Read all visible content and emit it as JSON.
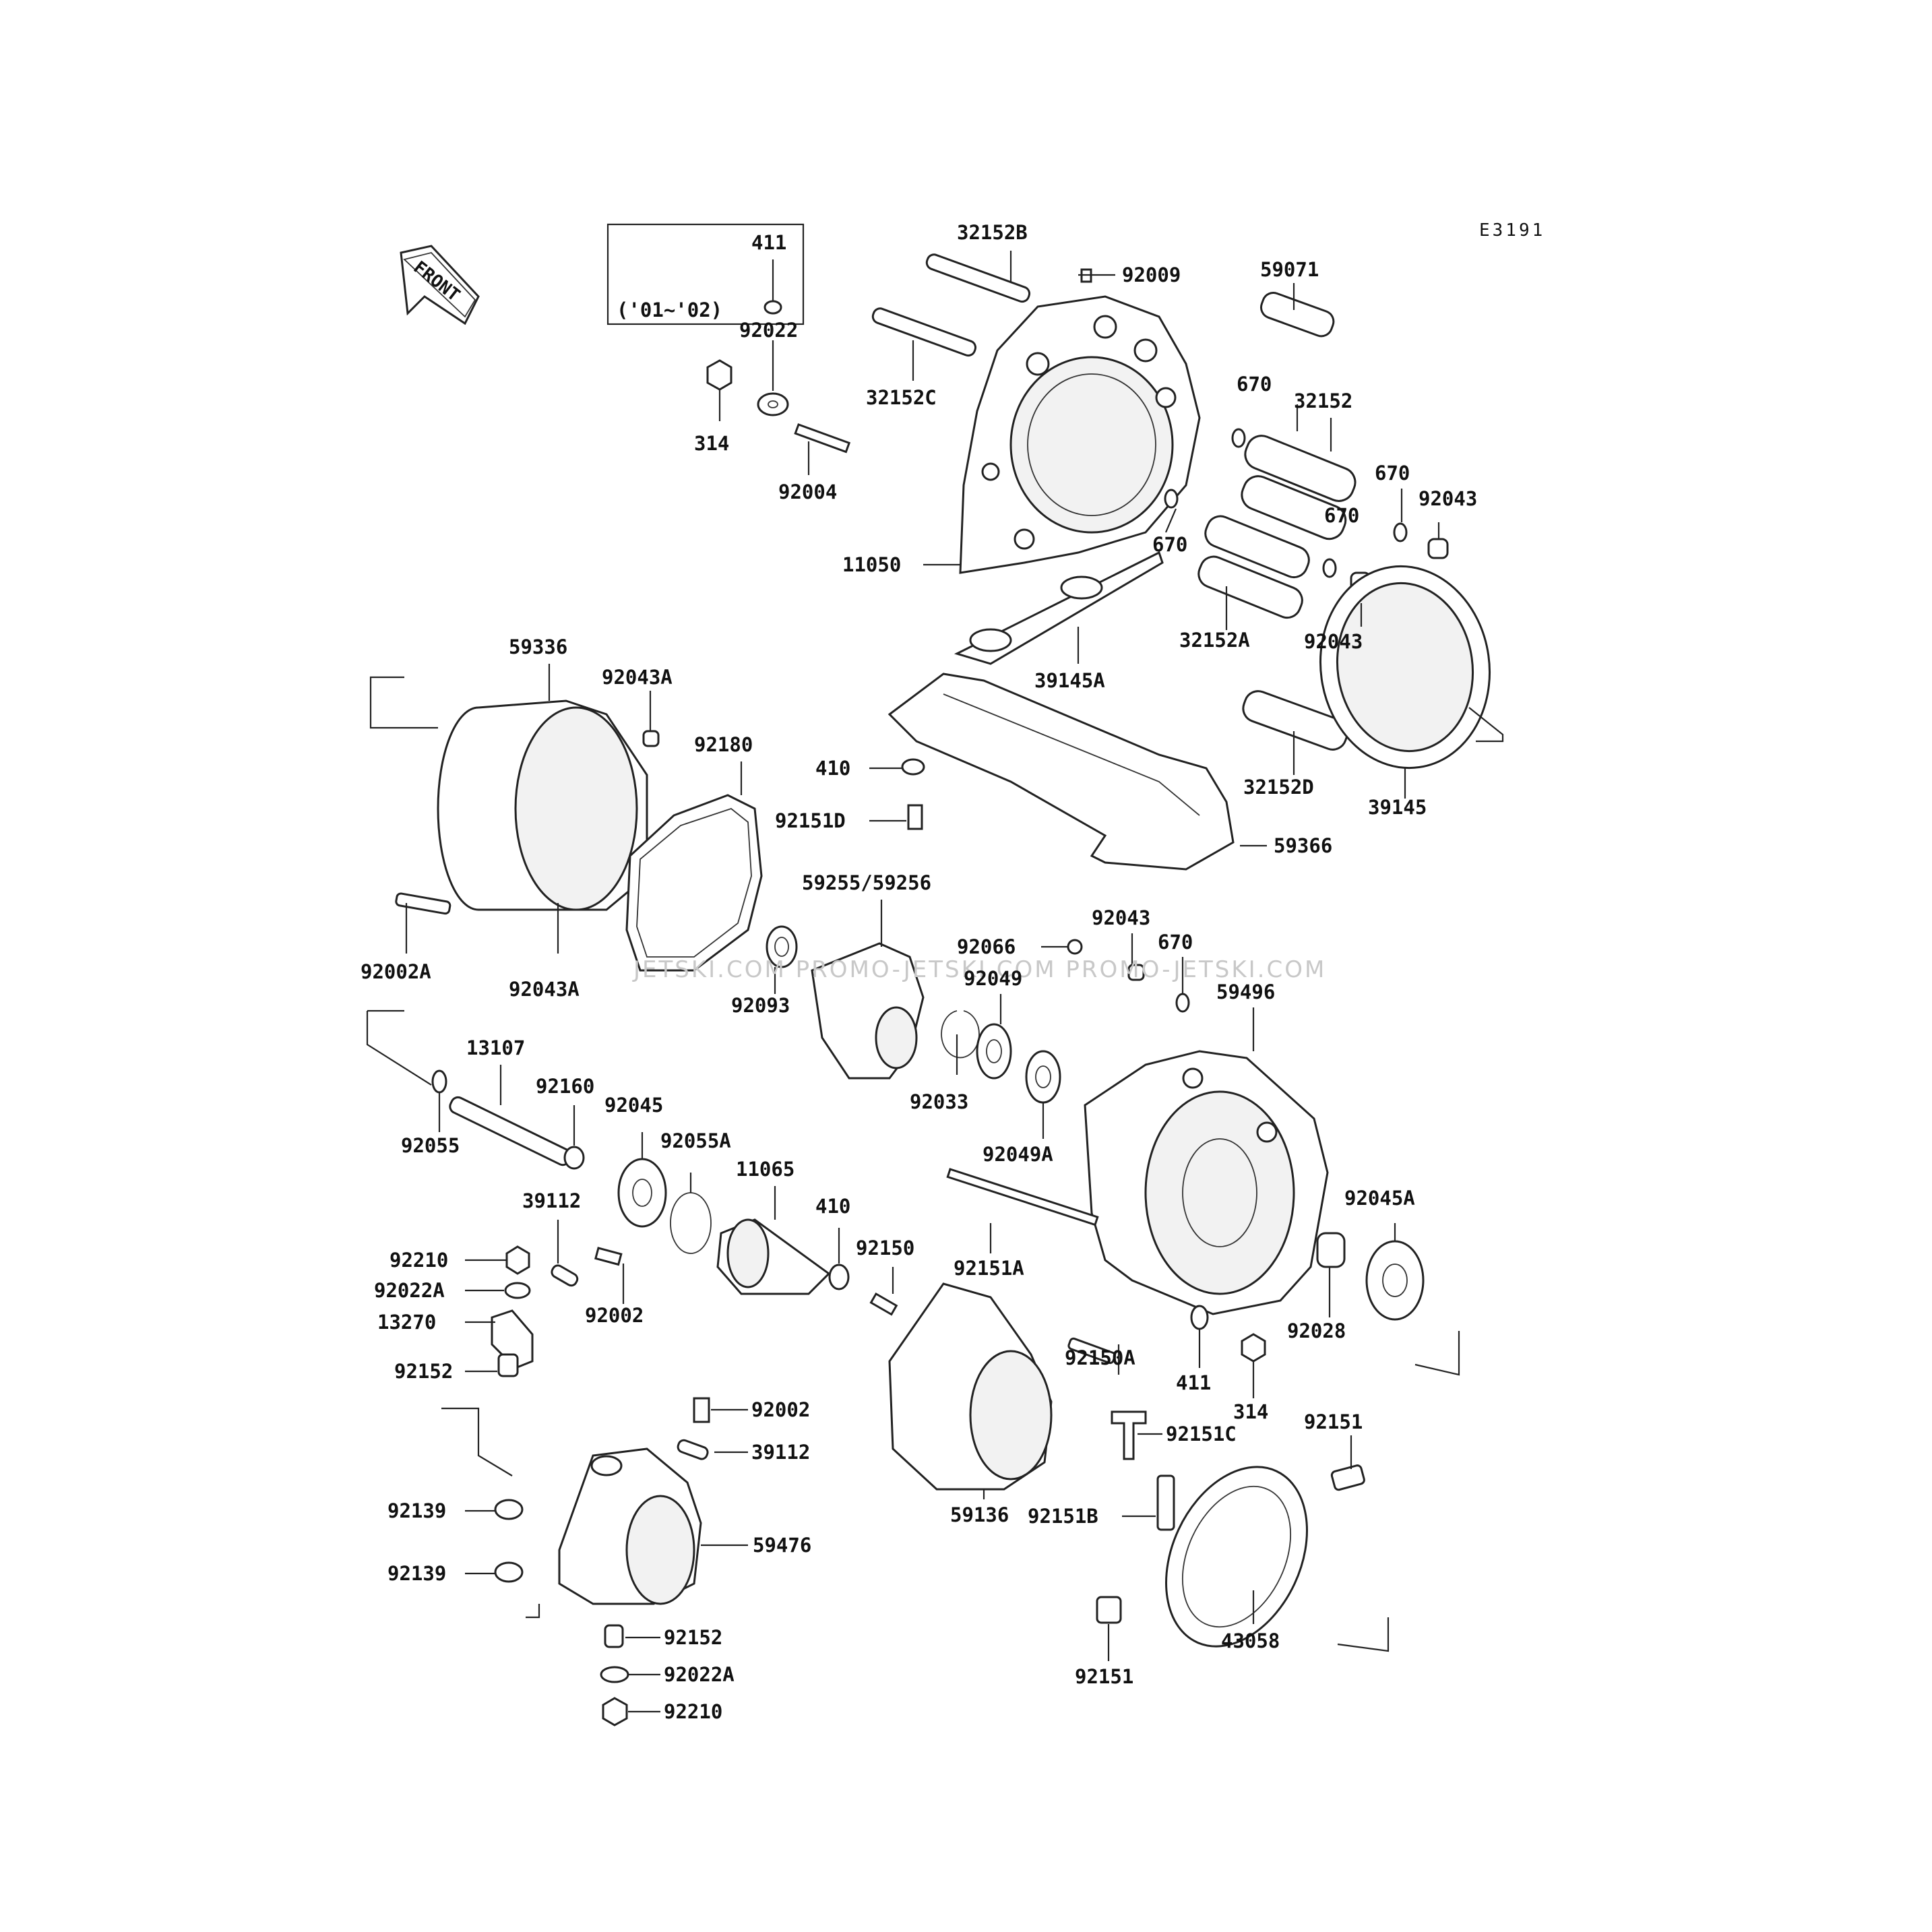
{
  "diagram_code": "E3191",
  "front_arrow": "FRONT",
  "watermark": "JETSKI.COM PROMO-JETSKI.COM PROMO-JETSKI.COM",
  "boxed_note": {
    "part": "411",
    "years": "('01~'02)"
  },
  "labels": [
    "32152B",
    "92009",
    "59071",
    "32152C",
    "92022",
    "314",
    "92004",
    "670",
    "32152",
    "670",
    "92043",
    "670",
    "11050",
    "670",
    "32152A",
    "92043",
    "39145A",
    "32152D",
    "39145",
    "59336",
    "92043A",
    "92180",
    "410",
    "92151D",
    "59366",
    "59255/59256",
    "92066",
    "92043",
    "670",
    "92049",
    "92002A",
    "92043A",
    "92093",
    "59496",
    "13107",
    "92160",
    "92055",
    "92045",
    "92033",
    "92049A",
    "92055A",
    "11065",
    "39112",
    "410",
    "92150",
    "92151A",
    "92045A",
    "92210",
    "92022A",
    "13270",
    "92002",
    "92150A",
    "411",
    "92028",
    "314",
    "92152",
    "92002",
    "39112",
    "92151C",
    "92151",
    "92139",
    "59136",
    "92151B",
    "59476",
    "92139",
    "43058",
    "92152",
    "92151",
    "92022A",
    "92210"
  ]
}
